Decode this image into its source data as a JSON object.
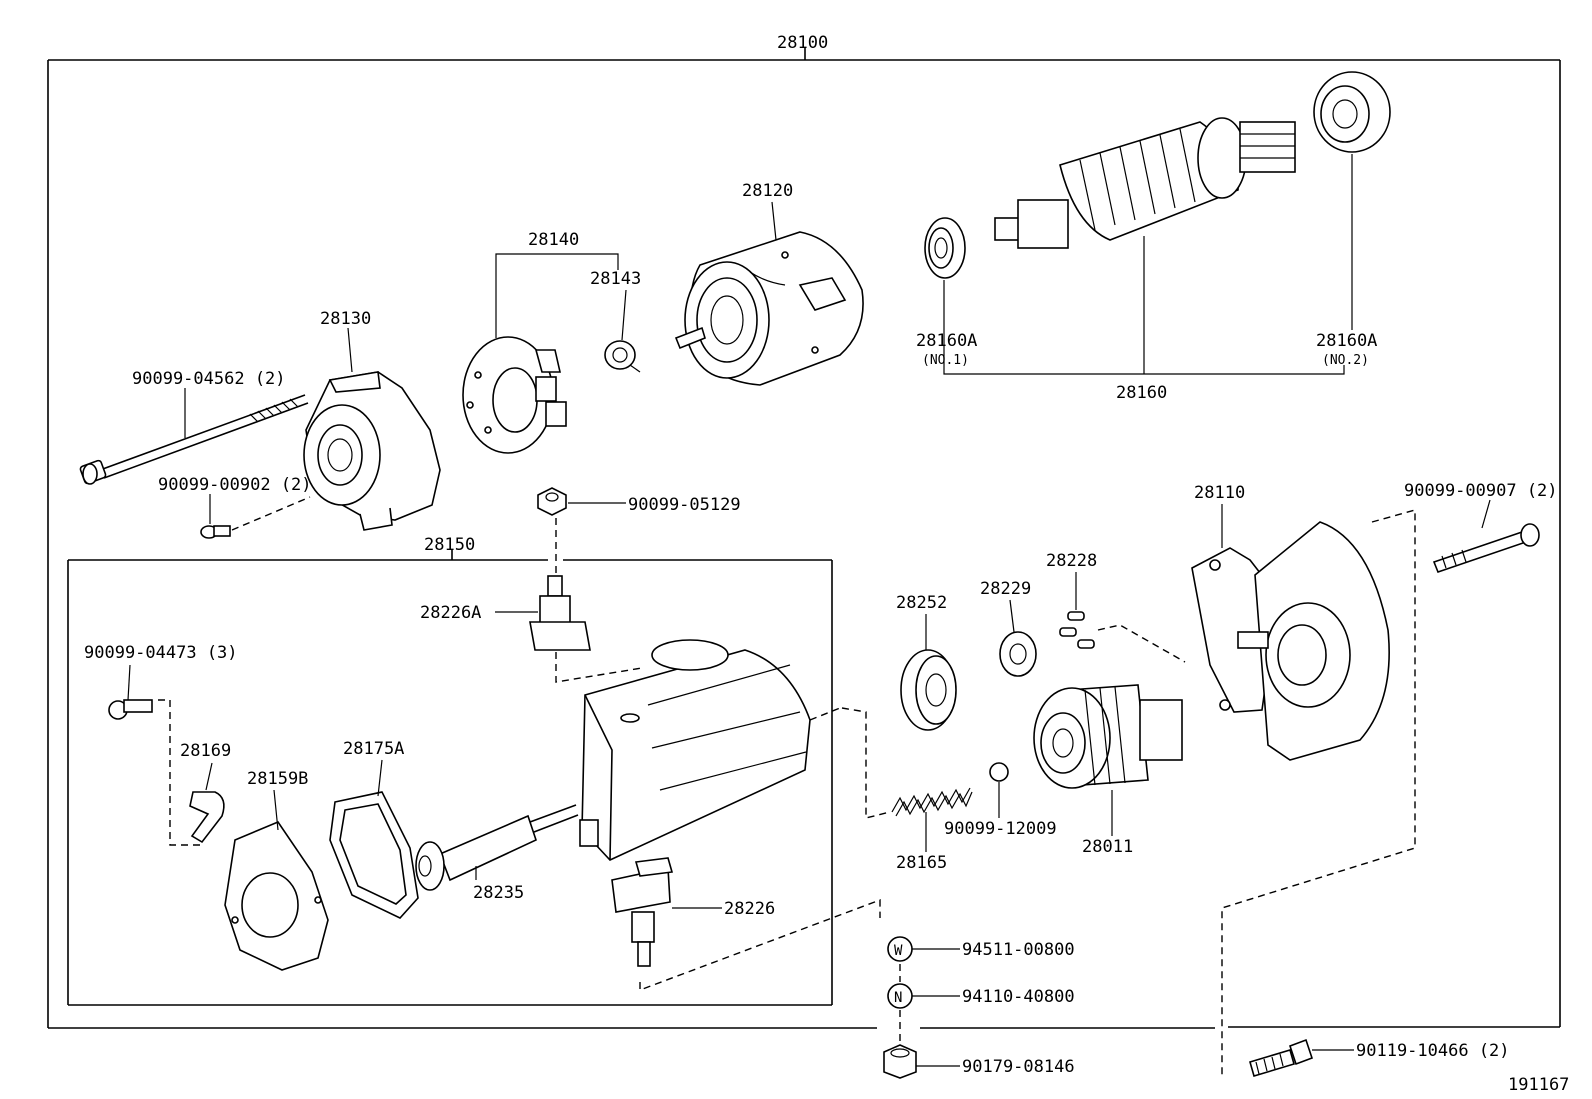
{
  "diagram": {
    "figure_id": "191167",
    "labels": {
      "assembly": "28100",
      "yoke_group": "28150",
      "commutator_end_frame": "28130",
      "through_bolt": "90099-04562 (2)",
      "screw_end_frame": "90099-00902 (2)",
      "brush_holder": "28140",
      "brush_spring": "28143",
      "field_frame": "28120",
      "bearing_no1": "28160A",
      "bearing_no1_note": "(NO.1)",
      "bearing_no2": "28160A",
      "bearing_no2_note": "(NO.2)",
      "armature": "28160",
      "nut_terminal": "90099-05129",
      "terminal_kit_a": "28226A",
      "screw_cover": "90099-04473 (3)",
      "clip": "28169",
      "end_cover": "28159B",
      "gasket": "28175A",
      "plunger": "28235",
      "terminal_kit": "28226",
      "idle_gear": "28252",
      "retainer": "28229",
      "roller": "28228",
      "housing": "28110",
      "bolt_housing": "90099-00907 (2)",
      "spring": "28165",
      "steel_ball": "90099-12009",
      "clutch": "28011",
      "washer_id": "94511-00800",
      "washer_symbol": "W",
      "nut_id": "94110-40800",
      "nut_symbol": "N",
      "cap_nut": "90179-08146",
      "bolt_mount": "90119-10466 (2)"
    }
  }
}
